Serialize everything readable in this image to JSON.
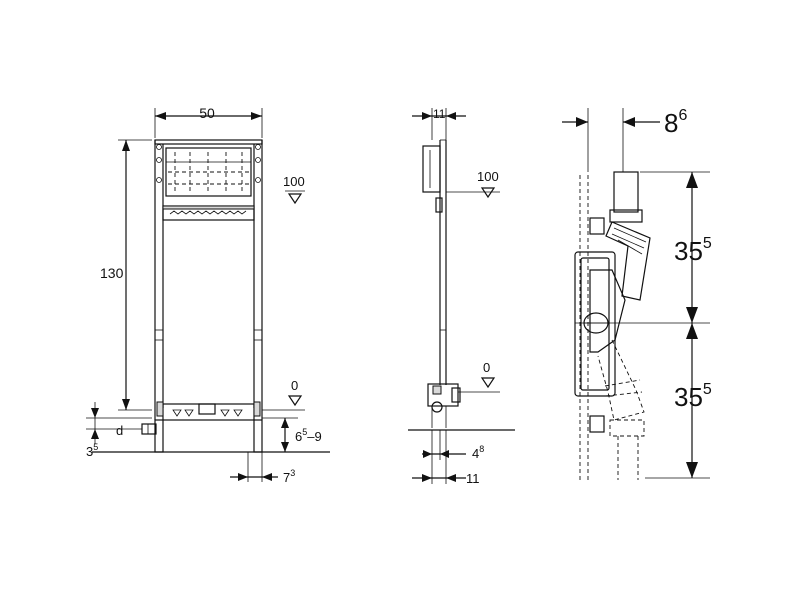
{
  "front_view": {
    "width_label": "50",
    "height_label": "130",
    "level_100": "100",
    "level_0": "0",
    "d_label": "d",
    "offset_35_base": "3",
    "offset_35_sup": "5",
    "range_base_a": "6",
    "range_sup_a": "5",
    "range_rest": "–9",
    "bottom_base": "7",
    "bottom_sup": "3"
  },
  "side_view": {
    "top_label": "11",
    "level_100": "100",
    "level_0": "0",
    "inner_base": "4",
    "inner_sup": "8",
    "bottom_label": "11"
  },
  "section_view": {
    "top_base": "8",
    "top_sup": "6",
    "upper_base": "35",
    "upper_sup": "5",
    "lower_base": "35",
    "lower_sup": "5"
  }
}
